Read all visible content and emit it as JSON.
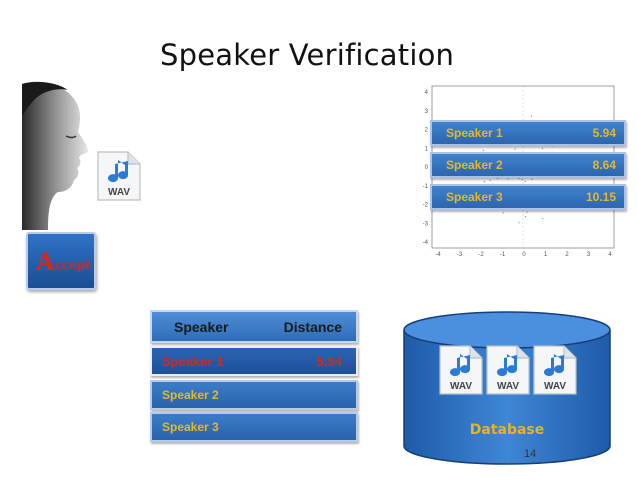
{
  "slide": {
    "title": "Speaker Verification",
    "page_number": "14"
  },
  "decision": {
    "first_letter": "A",
    "rest": "ccept",
    "color": "#cf2a1f"
  },
  "wav_icon_label": "WAV",
  "top_scores": [
    {
      "speaker": "Speaker 1",
      "score": "5.94"
    },
    {
      "speaker": "Speaker 2",
      "score": "8.64"
    },
    {
      "speaker": "Speaker 3",
      "score": "10.15"
    }
  ],
  "table": {
    "headers": [
      "Speaker",
      "Distance"
    ],
    "rows": [
      {
        "speaker": "Speaker 1",
        "distance": "5.94"
      },
      {
        "speaker": "Speaker 2",
        "distance": ""
      },
      {
        "speaker": "Speaker 3",
        "distance": ""
      }
    ]
  },
  "database": {
    "label": "Database",
    "files": [
      "WAV",
      "WAV",
      "WAV"
    ]
  },
  "plot": {
    "x_ticks": [
      "-4",
      "-3",
      "-2",
      "-1",
      "0",
      "1",
      "2",
      "3",
      "4"
    ],
    "y_ticks": [
      "4",
      "3",
      "2",
      "1",
      "0",
      "-1",
      "-2",
      "-3",
      "-4"
    ]
  },
  "colors": {
    "row_text": "#e8b62a",
    "selected_text": "#cf2a1f",
    "panel_blue": "#2c66ae"
  }
}
